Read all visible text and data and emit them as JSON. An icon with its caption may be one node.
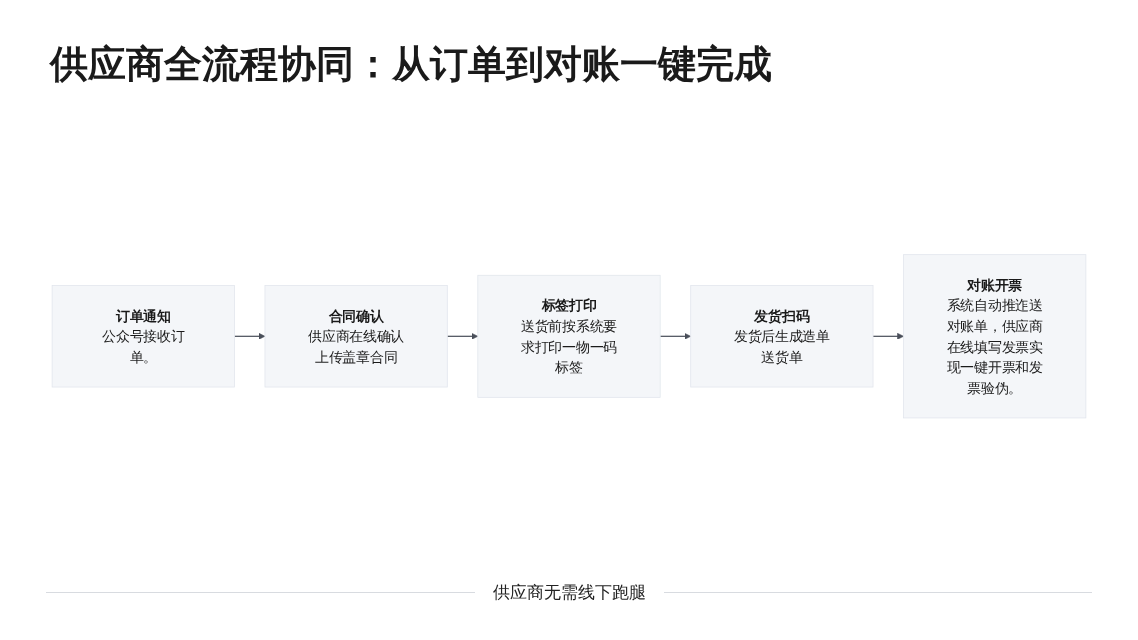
{
  "diagram": {
    "title": "供应商全流程协同：从订单到对账一键完成",
    "nodes": [
      {
        "text": [
          "订单通知",
          "公众号接收订单。"
        ]
      },
      {
        "text": [
          "合同确认",
          "供应商在线确认上传盖章合同"
        ]
      },
      {
        "text": [
          "标签打印",
          "送货前按系统要求打印一物一码标签"
        ]
      },
      {
        "text": [
          "发货扫码",
          "发货后生成造单送货单"
        ]
      },
      {
        "text": [
          "对账开票",
          "系统自动推迮送对账单，供应商在线填写发票实现一键开票和发票验伪。"
        ]
      }
    ],
    "edges": [
      {
        "from": 0,
        "to": 1,
        "arrow": "to"
      },
      {
        "from": 1,
        "to": 2,
        "arrow": "to"
      },
      {
        "from": 2,
        "to": 3,
        "arrow": "to"
      },
      {
        "from": 3,
        "to": 4,
        "arrow": "to"
      }
    ],
    "labels": [
      "供应商无需线下跑腿"
    ]
  }
}
